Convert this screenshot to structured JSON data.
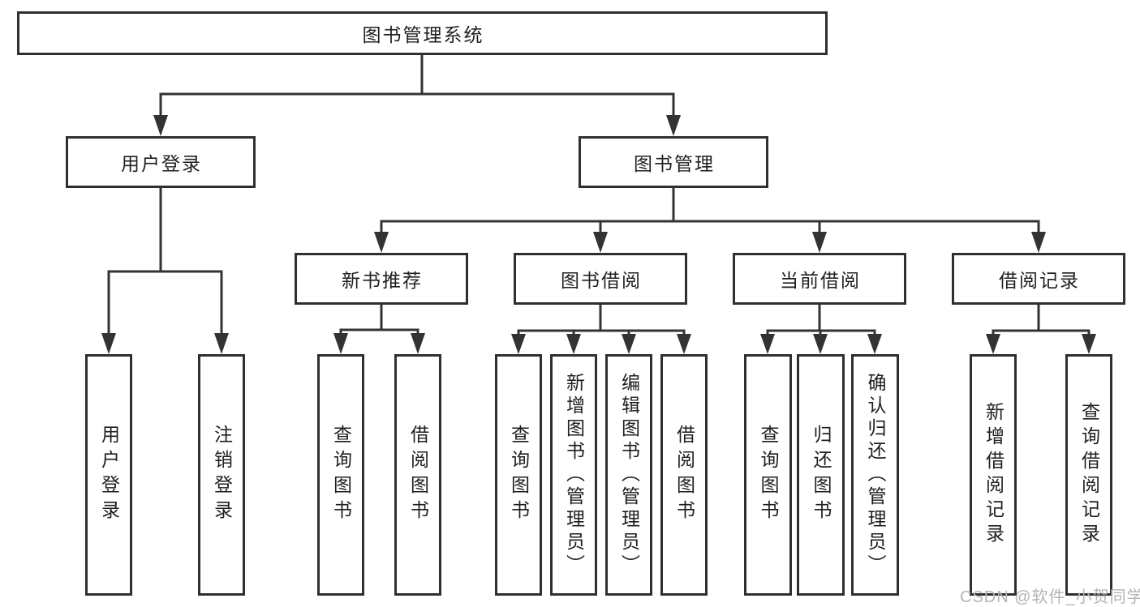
{
  "diagram": {
    "root": {
      "label": "图书管理系统"
    },
    "branches": {
      "user_login": {
        "label": "用户登录"
      },
      "book_management": {
        "label": "图书管理"
      }
    },
    "modules": [
      {
        "label": "新书推荐"
      },
      {
        "label": "图书借阅"
      },
      {
        "label": "当前借阅"
      },
      {
        "label": "借阅记录"
      }
    ],
    "leaves": {
      "user_login": [
        "用户登录",
        "注销登录"
      ],
      "new_book": [
        "查询图书",
        "借阅图书"
      ],
      "book_borrow": [
        "查询图书",
        "新增图书（管理员）",
        "编辑图书（管理员）",
        "借阅图书"
      ],
      "current_borrow": [
        "查询图书",
        "归还图书",
        "确认归还（管理员）"
      ],
      "borrow_record": [
        "新增借阅记录",
        "查询借阅记录"
      ]
    }
  },
  "watermark": {
    "text": "CSDN @软件_小贺同学",
    "color": "#b4b4b4"
  },
  "colors": {
    "line": "#333333",
    "box_border": "#2f2f2f",
    "text": "#1f1f1f",
    "background": "#ffffff"
  }
}
